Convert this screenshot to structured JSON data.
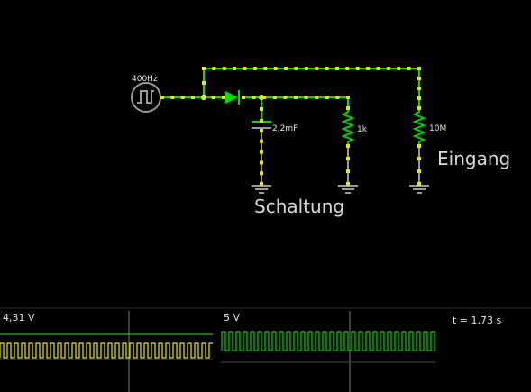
{
  "circuit": {
    "source_label": "400Hz",
    "capacitor_label": "2,2mF",
    "resistor1_label": "1k",
    "resistor2_label": "10M",
    "label_output": "Eingang",
    "label_circuit": "Schaltung",
    "wire_color": "#00e000",
    "node_color": "#e8e800",
    "ground_color": "#9a9a9a",
    "component_color": "#9a9a9a"
  },
  "scopes": [
    {
      "value_label": "4,31 V",
      "trace_color": "#e8e800",
      "level_color": "#00d000"
    },
    {
      "value_label": "5 V",
      "trace_color": "#00d000"
    }
  ],
  "time_label": "t = 1,73 s"
}
